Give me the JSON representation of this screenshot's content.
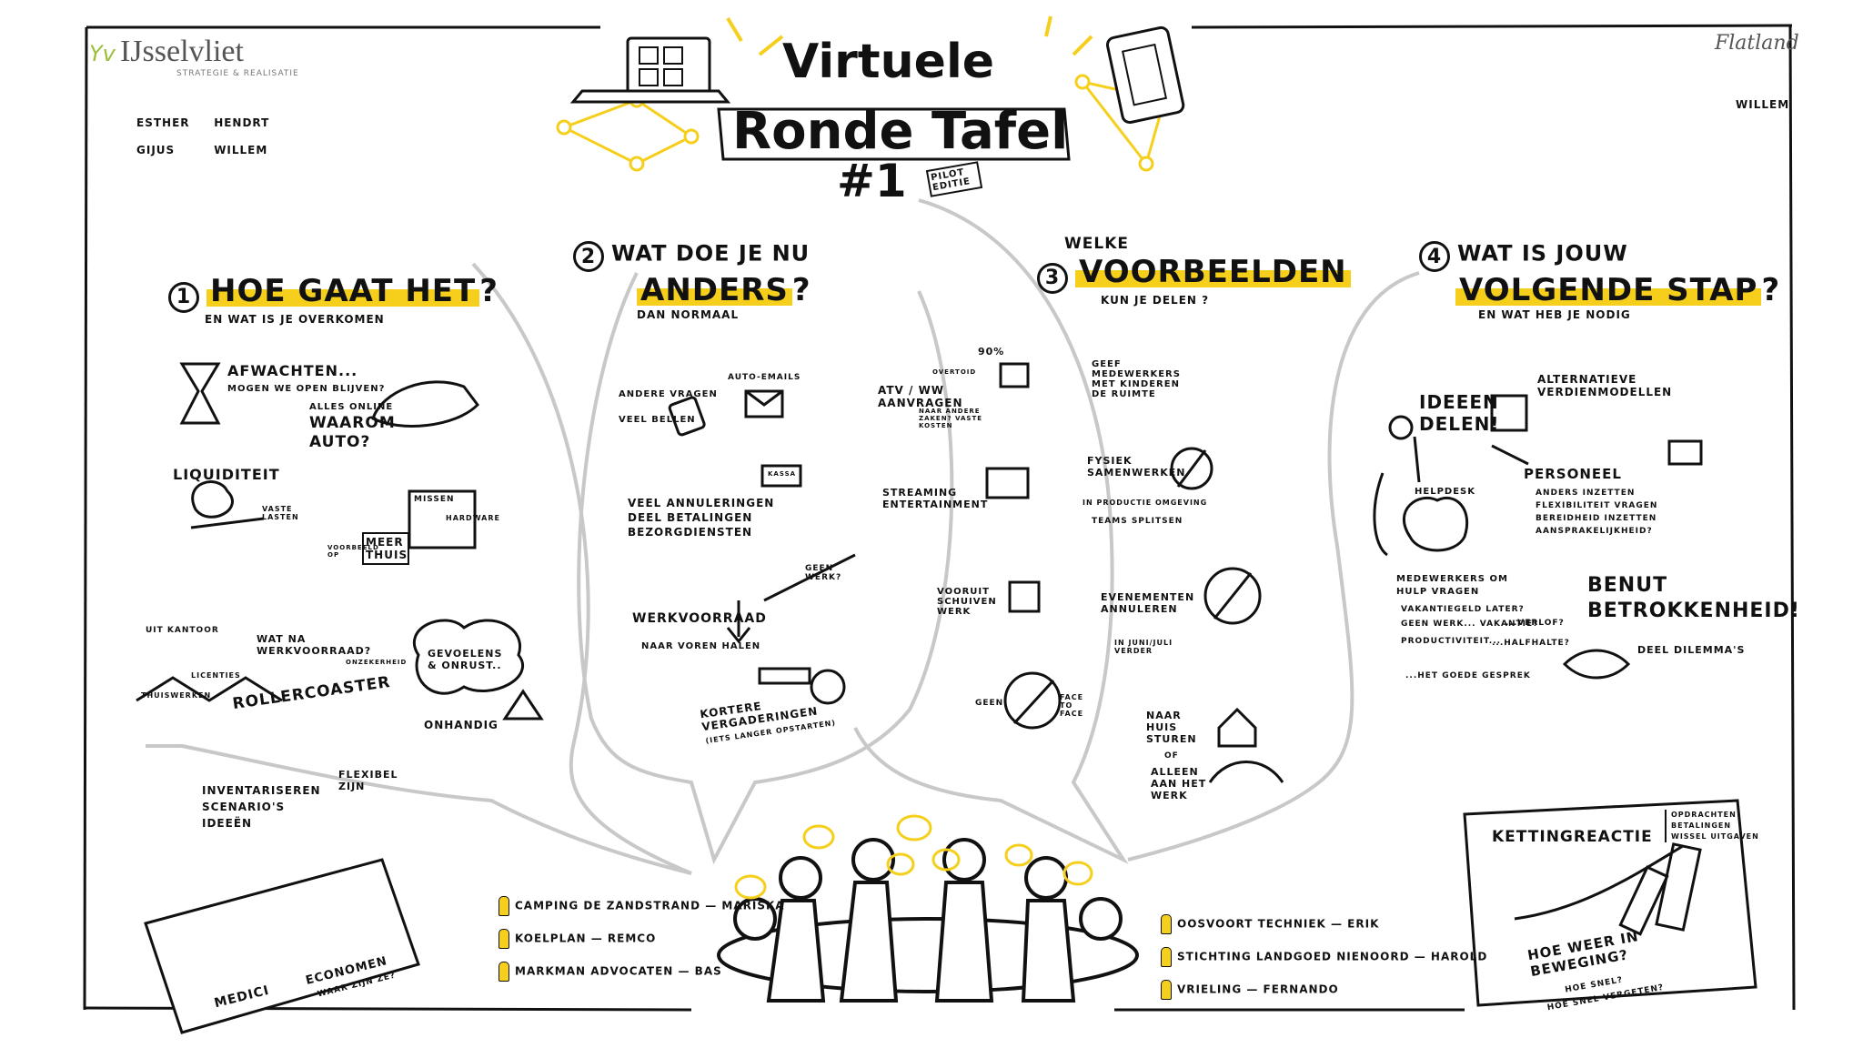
{
  "branding": {
    "left_logo_mark": "Yv",
    "left_logo_name": "IJsselvliet",
    "left_logo_sub": "STRATEGIE & REALISATIE",
    "right_logo_name": "Flatland",
    "team_left": [
      "ESTHER",
      "HENDRT",
      "GIJUS",
      "WILLEM"
    ],
    "team_right": [
      "WILLEM"
    ]
  },
  "title": {
    "line1": "Virtuele",
    "line2": "Ronde Tafel",
    "number": "#1",
    "edition": "PILOT EDITIE"
  },
  "sections": [
    {
      "num": "1",
      "heading": "HOE GAAT HET",
      "q": "?",
      "sub": "EN WAT IS JE OVERKOMEN",
      "notes": [
        "AFWACHTEN...",
        "MOGEN WE OPEN BLIJVEN?",
        "ALLES ONLINE",
        "WAAROM AUTO?",
        "LIQUIDITEIT",
        "VASTE LASTEN",
        "MISSEN",
        "HARDWARE",
        "VOORBEELD OP",
        "MEER THUIS",
        "UIT KANTOOR",
        "WAT NA WERKVOORRAAD?",
        "LICENTIES",
        "THUISWERKEN",
        "ROLLERCOASTER",
        "GEVOELENS & ONRUST..",
        "ONHANDIG",
        "ONZEKERHEID",
        "INVENTARISEREN",
        "SCENARIO'S",
        "IDEEËN",
        "FLEXIBEL ZIJN"
      ]
    },
    {
      "num": "2",
      "heading_pre": "WAT DOE JE NU",
      "heading": "ANDERS",
      "q": "?",
      "sub": "DAN NORMAAL",
      "notes": [
        "ANDERE VRAGEN",
        "VEEL BELLEN",
        "AUTO-EMAILS",
        "VEEL ANNULERINGEN",
        "DEEL BETALINGEN",
        "BEZORGDIENSTEN",
        "KASSA",
        "WERKVOORRAAD",
        "NAAR VOREN HALEN",
        "GEEN WERK?",
        "KORTERE VERGADERINGEN",
        "(IETS LANGER OPSTARTEN)"
      ]
    },
    {
      "num": "3",
      "heading_pre": "WELKE",
      "heading": "VOORBEELDEN",
      "q": "?",
      "sub": "KUN JE DELEN",
      "notes": [
        "ATV / WW AANVRAGEN",
        "OVERTOID",
        "90%",
        "NAAR ANDERE ZAKEN? VASTE KOSTEN",
        "STREAMING ENTERTAINMENT",
        "VOORUIT SCHUIVEN WERK",
        "GEEN",
        "FACE TO FACE",
        "GEEF MEDEWERKERS MET KINDEREN DE RUIMTE",
        "FYSIEK SAMENWERKEN",
        "IN PRODUCTIE OMGEVING",
        "TEAMS SPLITSEN",
        "EVENEMENTEN ANNULEREN",
        "IN JUNI/JULI VERDER",
        "NAAR HUIS STUREN",
        "OF",
        "ALLEEN AAN HET WERK"
      ]
    },
    {
      "num": "4",
      "heading_pre": "WAT IS JOUW",
      "heading": "VOLGENDE STAP",
      "q": "?",
      "sub": "EN WAT HEB JE NODIG",
      "notes": [
        "IDEEEN DELEN!",
        "ALTERNATIEVE VERDIENMODELLEN",
        "HELPDESK",
        "PERSONEEL",
        "ANDERS INZETTEN",
        "FLEXIBILITEIT VRAGEN",
        "BEREIDHEID INZETTEN",
        "AANSPRAKELIJKHEID?",
        "MEDEWERKERS OM HULP VRAGEN",
        "VAKANTIEGELD LATER?",
        "GEEN WERK... VAKANTIE?",
        "...VERLOF?",
        "PRODUCTIVITEIT...",
        "...HALFHALTE?",
        "...HET GOEDE GESPREK",
        "BENUT BETROKKENHEID!",
        "DEEL DILEMMA'S"
      ]
    }
  ],
  "bottom_left_card": {
    "notes": [
      "MEDICI",
      "ECONOMEN",
      "WAAR ZIJN ZE?"
    ]
  },
  "participants_left": [
    "CAMPING de Zandstrand — MARISKA",
    "KOELPLAN — REMCO",
    "MARKMAN ADVOCATEN — BAS"
  ],
  "participants_right": [
    "OOSVOORT TECHNIEK — ERIK",
    "STICHTING LANDGOED NIENOORD — HAROLD",
    "VRIELING — FERNANDO"
  ],
  "bottom_right_card": {
    "heading": "KETTINGREACTIE",
    "list": [
      "OPDRACHTEN",
      "BETALINGEN",
      "WISSEL UITGAVEN"
    ],
    "q1": "HOE WEER IN BEWEGING?",
    "q2": "HOE SNEL?",
    "q3": "HOE SNEL VERGETEN?"
  },
  "colors": {
    "accent": "#f5cf1c",
    "ink": "#111111",
    "bubble": "#c8c8c8"
  }
}
